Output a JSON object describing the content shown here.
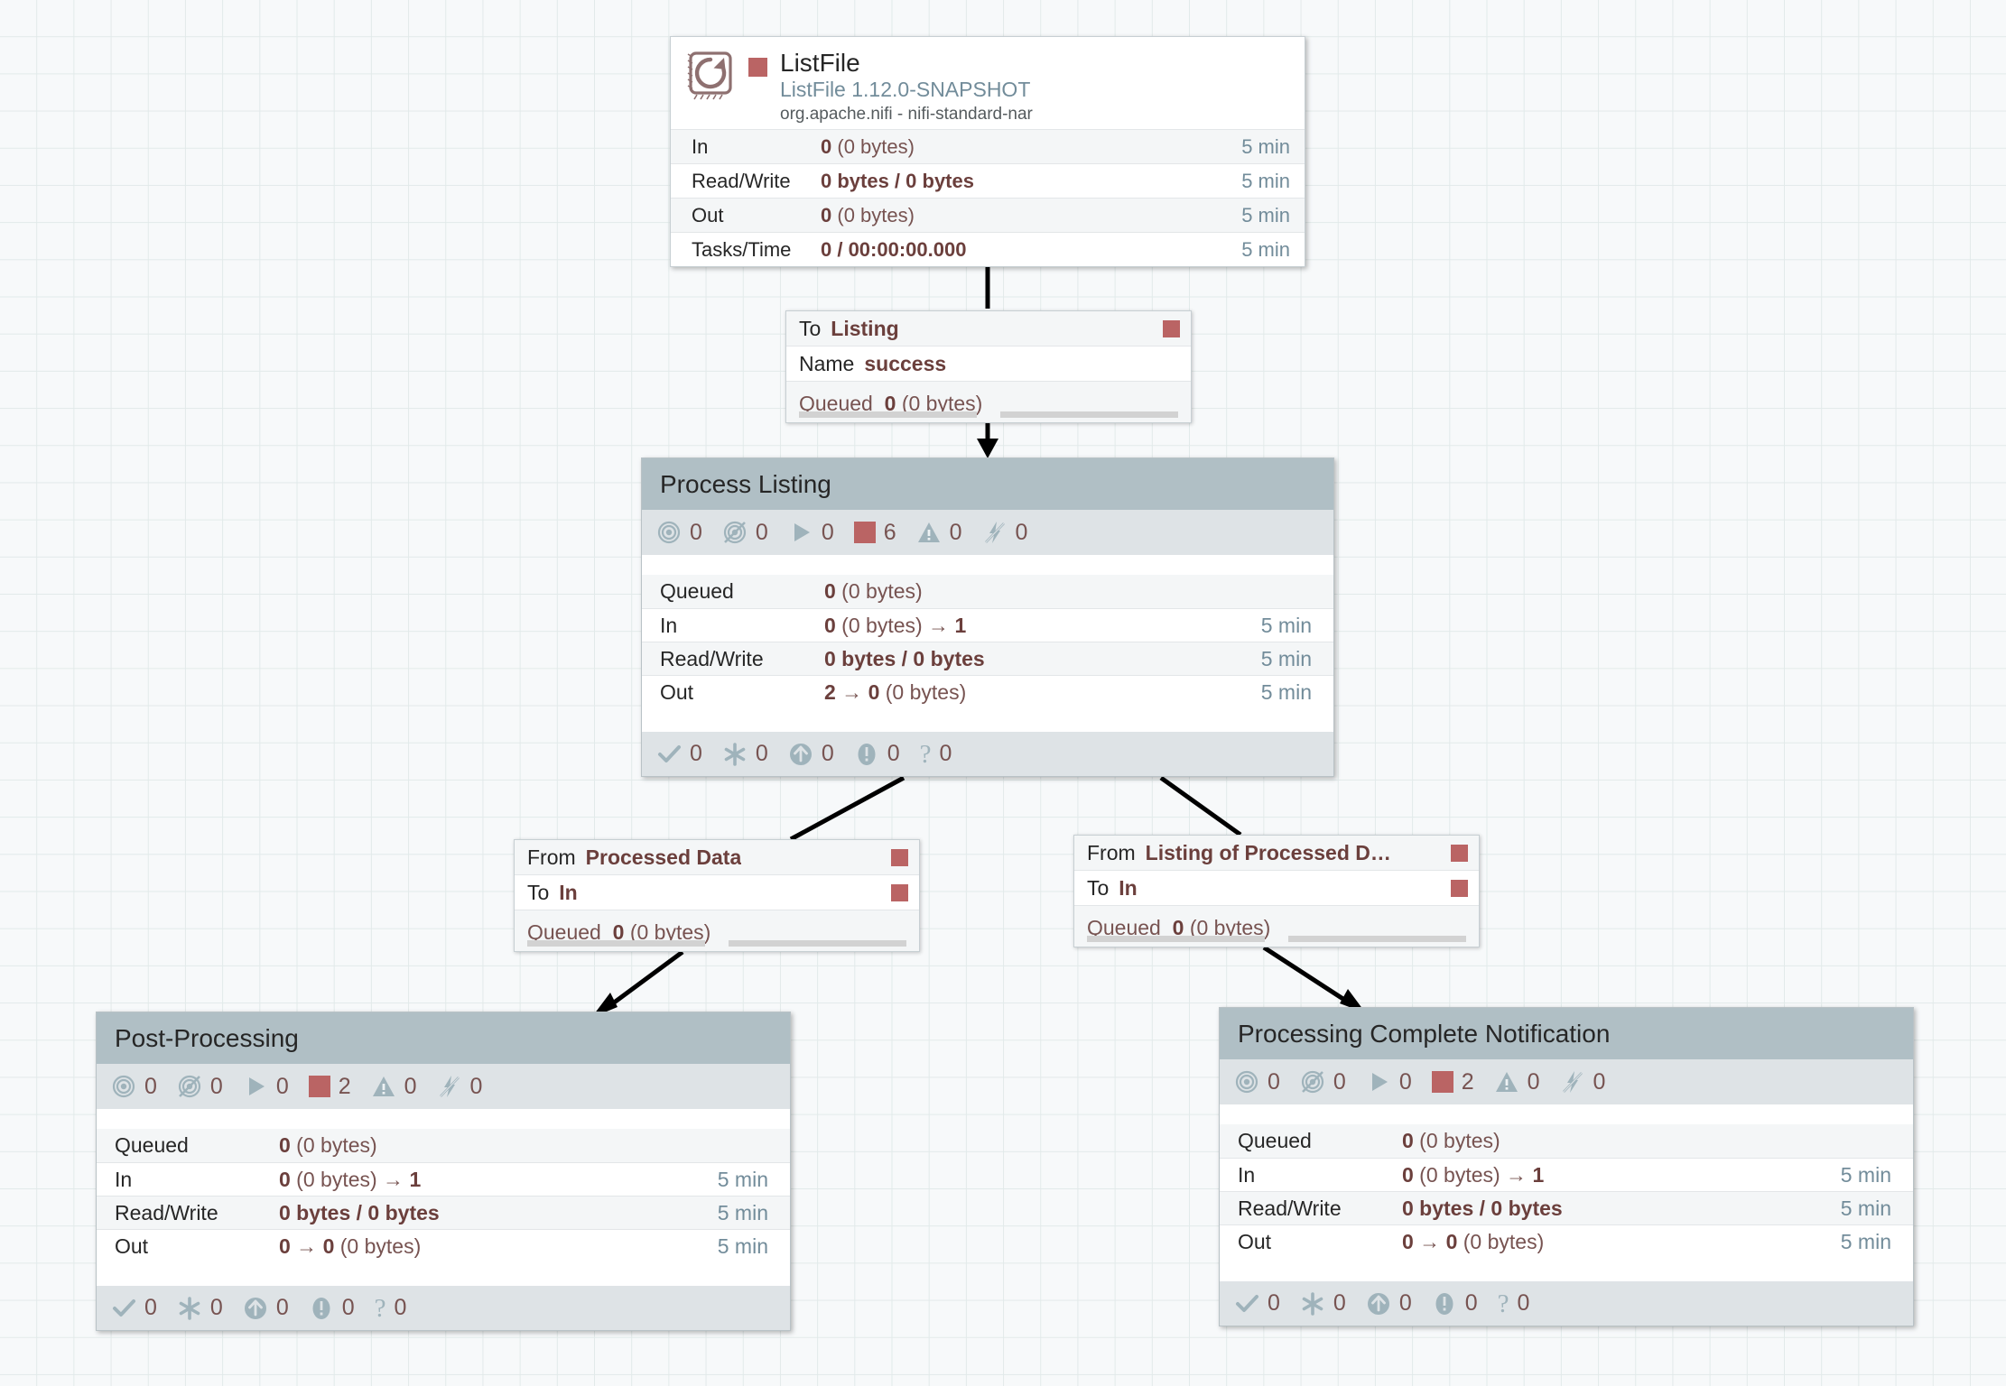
{
  "canvas": {
    "background_color": "#f7f9fa",
    "grid_color": "#e2eaea"
  },
  "colors": {
    "stopped_red": "#ba6464",
    "group_header": "#b0bfc5",
    "icon_bar": "#dee3e6",
    "stat_value": "#775351",
    "time_text": "#728c9a",
    "link_text": "#728c9a"
  },
  "processor": {
    "name": "ListFile",
    "type": "ListFile 1.12.0-SNAPSHOT",
    "bundle": "org.apache.nifi - nifi-standard-nar",
    "status_icon": "stopped-square-icon",
    "stats": [
      {
        "label": "In",
        "value_bold": "0",
        "value_rest": " (0 bytes)",
        "time": "5 min"
      },
      {
        "label": "Read/Write",
        "value_bold": "0 bytes / 0 bytes",
        "value_rest": "",
        "time": "5 min"
      },
      {
        "label": "Out",
        "value_bold": "0",
        "value_rest": " (0 bytes)",
        "time": "5 min"
      },
      {
        "label": "Tasks/Time",
        "value_bold": "0 / 00:00:00.000",
        "value_rest": "",
        "time": "5 min"
      }
    ]
  },
  "connections": [
    {
      "id": "listfile-to-listing",
      "rows": [
        {
          "key": "To",
          "value": "Listing",
          "has_square": true
        },
        {
          "key": "Name",
          "value": "success",
          "has_square": false
        }
      ],
      "queued_label": "Queued",
      "queued_bold": "0",
      "queued_rest": " (0 bytes)"
    },
    {
      "id": "processed-data-to-in",
      "rows": [
        {
          "key": "From",
          "value": "Processed Data",
          "has_square": true
        },
        {
          "key": "To",
          "value": "In",
          "has_square": true
        }
      ],
      "queued_label": "Queued",
      "queued_bold": "0",
      "queued_rest": " (0 bytes)"
    },
    {
      "id": "listing-of-processed-to-in",
      "rows": [
        {
          "key": "From",
          "value": "Listing of Processed D…",
          "has_square": true
        },
        {
          "key": "To",
          "value": "In",
          "has_square": true
        }
      ],
      "queued_label": "Queued",
      "queued_bold": "0",
      "queued_rest": " (0 bytes)"
    }
  ],
  "process_groups": [
    {
      "id": "process-listing",
      "title": "Process Listing",
      "status_icons": [
        {
          "icon": "transmitting-icon",
          "count": "0"
        },
        {
          "icon": "not-transmitting-icon",
          "count": "0"
        },
        {
          "icon": "running-icon",
          "count": "0"
        },
        {
          "icon": "stopped-icon",
          "count": "6"
        },
        {
          "icon": "invalid-icon",
          "count": "0"
        },
        {
          "icon": "disabled-icon",
          "count": "0"
        }
      ],
      "stats": [
        {
          "label": "Queued",
          "value_bold": "0",
          "value_rest": " (0 bytes)",
          "time": ""
        },
        {
          "label": "In",
          "value_bold": "0",
          "value_rest": " (0 bytes) → ",
          "value_bold2": "1",
          "time": "5 min"
        },
        {
          "label": "Read/Write",
          "value_bold": "0 bytes / 0 bytes",
          "value_rest": "",
          "time": "5 min"
        },
        {
          "label": "Out",
          "value_bold": "2",
          "value_rest": " → ",
          "value_bold2": "0",
          "value_rest2": " (0 bytes)",
          "time": "5 min"
        }
      ],
      "footer_icons": [
        {
          "icon": "check-icon",
          "count": "0"
        },
        {
          "icon": "asterisk-icon",
          "count": "0"
        },
        {
          "icon": "up-arrow-circle-icon",
          "count": "0"
        },
        {
          "icon": "exclamation-circle-icon",
          "count": "0"
        },
        {
          "icon": "question-mark-icon",
          "count": "0"
        }
      ]
    },
    {
      "id": "post-processing",
      "title": "Post-Processing",
      "status_icons": [
        {
          "icon": "transmitting-icon",
          "count": "0"
        },
        {
          "icon": "not-transmitting-icon",
          "count": "0"
        },
        {
          "icon": "running-icon",
          "count": "0"
        },
        {
          "icon": "stopped-icon",
          "count": "2"
        },
        {
          "icon": "invalid-icon",
          "count": "0"
        },
        {
          "icon": "disabled-icon",
          "count": "0"
        }
      ],
      "stats": [
        {
          "label": "Queued",
          "value_bold": "0",
          "value_rest": " (0 bytes)",
          "time": ""
        },
        {
          "label": "In",
          "value_bold": "0",
          "value_rest": " (0 bytes) → ",
          "value_bold2": "1",
          "time": "5 min"
        },
        {
          "label": "Read/Write",
          "value_bold": "0 bytes / 0 bytes",
          "value_rest": "",
          "time": "5 min"
        },
        {
          "label": "Out",
          "value_bold": "0",
          "value_rest": " → ",
          "value_bold2": "0",
          "value_rest2": " (0 bytes)",
          "time": "5 min"
        }
      ],
      "footer_icons": [
        {
          "icon": "check-icon",
          "count": "0"
        },
        {
          "icon": "asterisk-icon",
          "count": "0"
        },
        {
          "icon": "up-arrow-circle-icon",
          "count": "0"
        },
        {
          "icon": "exclamation-circle-icon",
          "count": "0"
        },
        {
          "icon": "question-mark-icon",
          "count": "0"
        }
      ]
    },
    {
      "id": "processing-complete-notification",
      "title": "Processing Complete Notification",
      "status_icons": [
        {
          "icon": "transmitting-icon",
          "count": "0"
        },
        {
          "icon": "not-transmitting-icon",
          "count": "0"
        },
        {
          "icon": "running-icon",
          "count": "0"
        },
        {
          "icon": "stopped-icon",
          "count": "2"
        },
        {
          "icon": "invalid-icon",
          "count": "0"
        },
        {
          "icon": "disabled-icon",
          "count": "0"
        }
      ],
      "stats": [
        {
          "label": "Queued",
          "value_bold": "0",
          "value_rest": " (0 bytes)",
          "time": ""
        },
        {
          "label": "In",
          "value_bold": "0",
          "value_rest": " (0 bytes) → ",
          "value_bold2": "1",
          "time": "5 min"
        },
        {
          "label": "Read/Write",
          "value_bold": "0 bytes / 0 bytes",
          "value_rest": "",
          "time": "5 min"
        },
        {
          "label": "Out",
          "value_bold": "0",
          "value_rest": " → ",
          "value_bold2": "0",
          "value_rest2": " (0 bytes)",
          "time": "5 min"
        }
      ],
      "footer_icons": [
        {
          "icon": "check-icon",
          "count": "0"
        },
        {
          "icon": "asterisk-icon",
          "count": "0"
        },
        {
          "icon": "up-arrow-circle-icon",
          "count": "0"
        },
        {
          "icon": "exclamation-circle-icon",
          "count": "0"
        },
        {
          "icon": "question-mark-icon",
          "count": "0"
        }
      ]
    }
  ]
}
